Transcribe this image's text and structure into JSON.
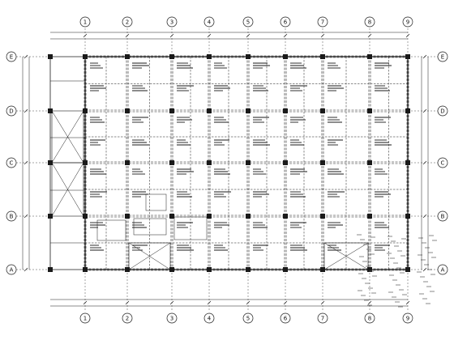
{
  "drawing": {
    "type": "structural-beam-layout-plan",
    "column_axes": [
      "1",
      "2",
      "3",
      "4",
      "5",
      "6",
      "7",
      "8",
      "9"
    ],
    "row_axes": [
      "E",
      "D",
      "C",
      "B",
      "A"
    ],
    "line_color": "#1a1a1a",
    "background_color": "#ffffff"
  }
}
